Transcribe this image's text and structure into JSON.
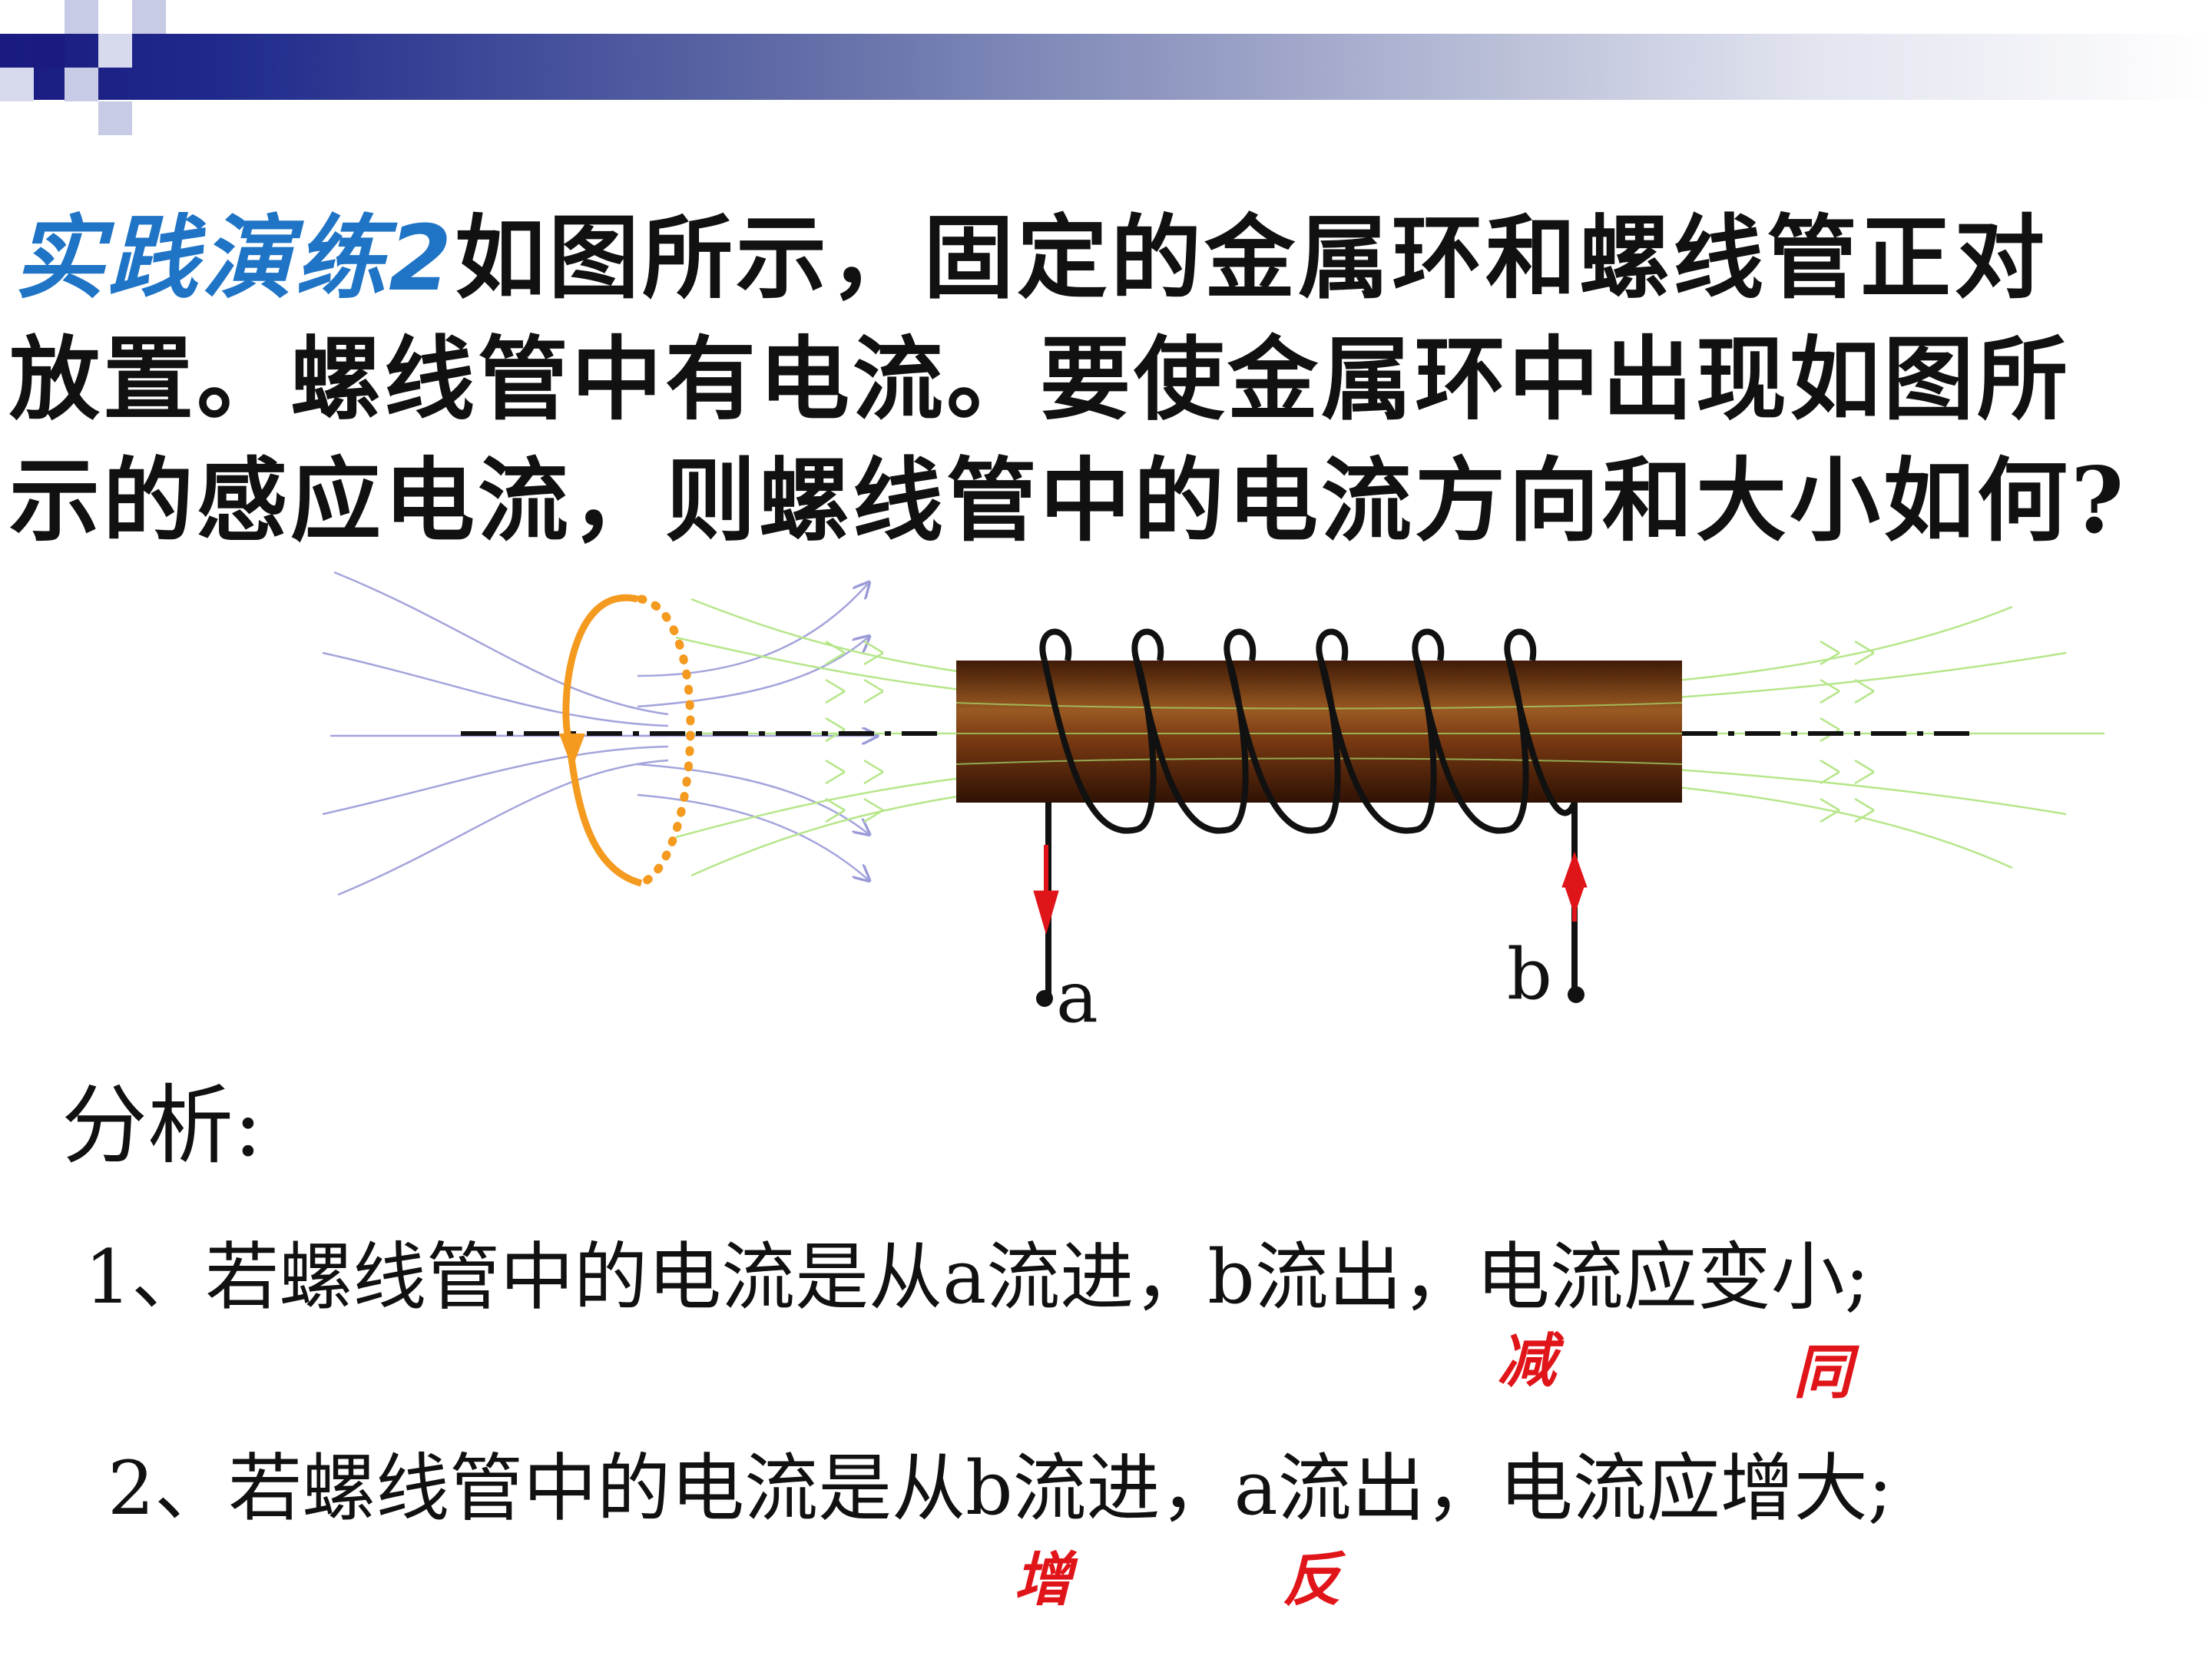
{
  "slide": {
    "title": {
      "label": "实践演练2",
      "line1": "如图所示，固定的金属环和螺线管正对",
      "line2": "放置。螺线管中有电流。要使金属环中出现如图所",
      "line3": "示的感应电流，则螺线管中的电流方向和大小如何?"
    },
    "diagram": {
      "terminal_a": "a",
      "terminal_b": "b",
      "ring_color": "#f39a1f",
      "core_color": "#7a3a12",
      "left_field_color": "#9a9ad8",
      "right_field_color": "#a8e070",
      "current_arrow_color": "#e0151a"
    },
    "analysis": {
      "label": "分析:",
      "step1": "1、若螺线管中的电流是从a流进，b流出，电流应变小;",
      "step1_notes": [
        "减",
        "同"
      ],
      "step2": "2、若螺线管中的电流是从b流进，a流出，电流应增大;",
      "step2_notes": [
        "增",
        "反"
      ]
    }
  }
}
